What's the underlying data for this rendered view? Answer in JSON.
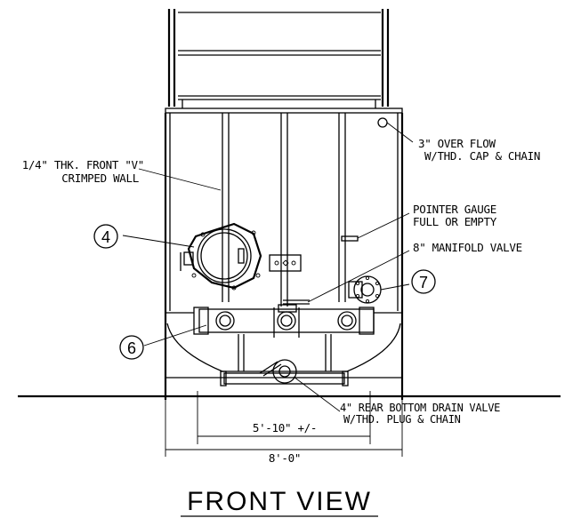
{
  "diagram": {
    "title": "FRONT VIEW",
    "labels": {
      "front_wall_line1": "1/4\" THK. FRONT \"V\"",
      "front_wall_line2": "CRIMPED WALL",
      "overflow_line1": "3\" OVER FLOW",
      "overflow_line2": "W/THD. CAP & CHAIN",
      "gauge_line1": "POINTER GAUGE",
      "gauge_line2": "FULL OR EMPTY",
      "manifold_valve": "8\" MANIFOLD VALVE",
      "drain_line1": "4\" REAR BOTTOM DRAIN VALVE",
      "drain_line2": "W/THD. PLUG & CHAIN"
    },
    "callouts": {
      "c4": "4",
      "c6": "6",
      "c7": "7"
    },
    "dimensions": {
      "inner_width": "5'-10\" +/-",
      "overall_width": "8'-0\""
    }
  }
}
